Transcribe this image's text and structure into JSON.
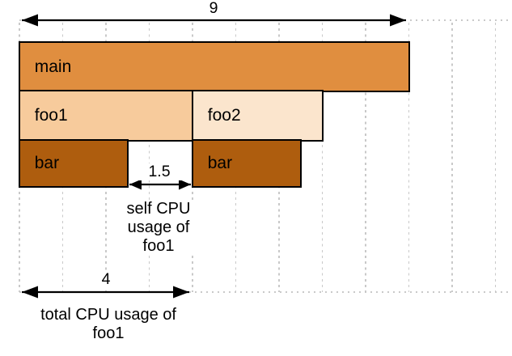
{
  "diagram_type": "flame-graph-cpu-usage",
  "frames": [
    {
      "label": "main",
      "depth": 0,
      "start": 0,
      "width": 9
    },
    {
      "label": "foo1",
      "depth": 1,
      "start": 0,
      "width": 4
    },
    {
      "label": "foo2",
      "depth": 1,
      "start": 4,
      "width": 3
    },
    {
      "label": "bar",
      "depth": 2,
      "start": 0,
      "width": 2.5
    },
    {
      "label": "bar",
      "depth": 2,
      "start": 4,
      "width": 2.5
    }
  ],
  "measures": {
    "total_width": {
      "value": "9"
    },
    "self_foo1": {
      "value": "1.5",
      "caption_lines": [
        "self CPU",
        "usage of",
        "foo1"
      ]
    },
    "total_foo1": {
      "value": "4",
      "caption_lines": [
        "total CPU usage of",
        "foo1"
      ]
    }
  },
  "colors": {
    "main_fill": "#e08e3f",
    "foo1_fill": "#f7cb9c",
    "foo2_fill": "#fbe5cd",
    "bar_fill": "#ae5d0e",
    "box_border": "#000000",
    "grid_line": "#c9c9c9",
    "text": "#000000"
  }
}
